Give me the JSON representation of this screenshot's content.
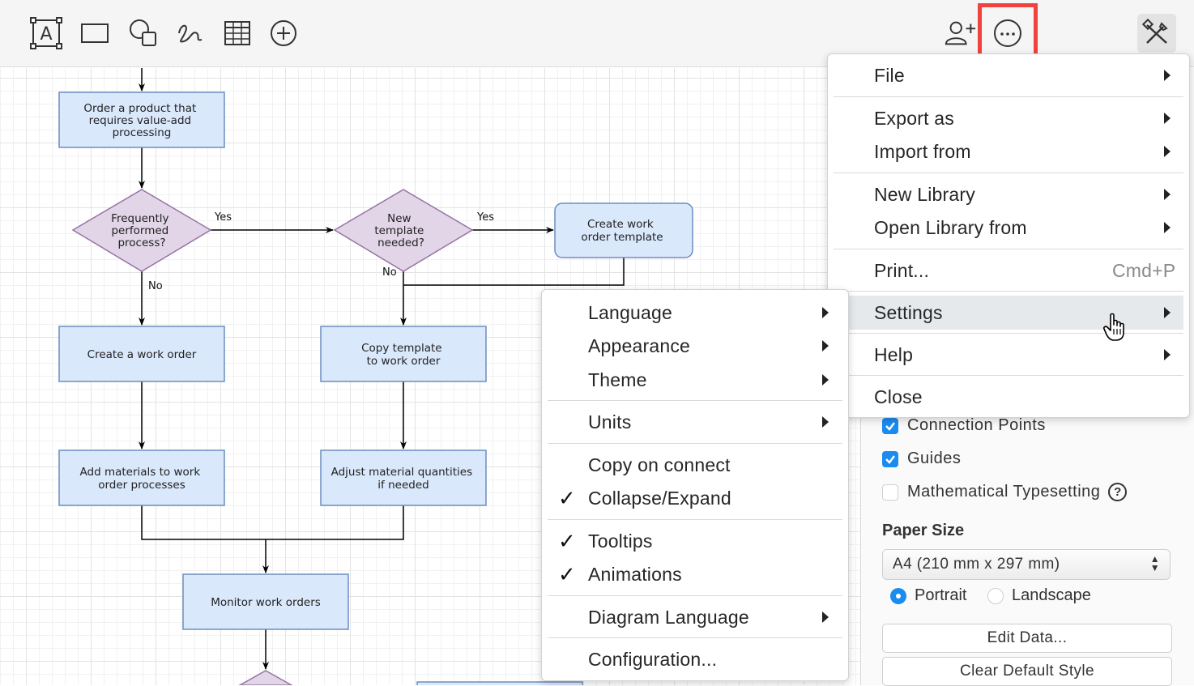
{
  "toolbar": {
    "tools": [
      {
        "name": "text-tool",
        "icon": "text-icon"
      },
      {
        "name": "rectangle-tool",
        "icon": "rectangle-icon"
      },
      {
        "name": "shapes-tool",
        "icon": "shapes-icon"
      },
      {
        "name": "freehand-tool",
        "icon": "freehand-icon"
      },
      {
        "name": "table-tool",
        "icon": "table-icon"
      },
      {
        "name": "insert-tool",
        "icon": "plus-circle-icon"
      }
    ],
    "share_icon": "add-user-icon",
    "more_icon": "more-icon",
    "format_icon": "format-panel-icon"
  },
  "diagram": {
    "nodes": {
      "order_product": [
        "Order a product that",
        "requires value-add",
        "processing"
      ],
      "frequently": [
        "Frequently",
        "performed",
        "process?"
      ],
      "new_template": [
        "New",
        "template",
        "needed?"
      ],
      "create_template": [
        "Create work",
        "order template"
      ],
      "create_work_order": [
        "Create a work order"
      ],
      "copy_template": [
        "Copy template",
        "to work order"
      ],
      "add_materials": [
        "Add materials to work",
        "order processes"
      ],
      "adjust_materials": [
        "Adjust material quantities",
        "if needed"
      ],
      "monitor": [
        "Monitor work orders"
      ]
    },
    "edge_labels": {
      "yes1": "Yes",
      "yes2": "Yes",
      "no1": "No",
      "no2": "No"
    },
    "colors": {
      "process_fill": "#dae8fc",
      "process_stroke": "#6c8ebf",
      "decision_fill": "#e1d5e7",
      "decision_stroke": "#9673a6"
    }
  },
  "main_menu": {
    "items": [
      {
        "label": "File",
        "submenu": true
      },
      {
        "label": "Export as",
        "submenu": true
      },
      {
        "label": "Import from",
        "submenu": true
      },
      {
        "label": "New Library",
        "submenu": true
      },
      {
        "label": "Open Library from",
        "submenu": true
      },
      {
        "label": "Print...",
        "shortcut": "Cmd+P"
      },
      {
        "label": "Settings",
        "submenu": true,
        "active": true
      },
      {
        "label": "Help",
        "submenu": true
      },
      {
        "label": "Close"
      }
    ]
  },
  "settings_menu": {
    "items": [
      {
        "label": "Language",
        "submenu": true
      },
      {
        "label": "Appearance",
        "submenu": true
      },
      {
        "label": "Theme",
        "submenu": true
      },
      {
        "label": "Units",
        "submenu": true
      },
      {
        "label": "Copy on connect",
        "checked": false
      },
      {
        "label": "Collapse/Expand",
        "checked": true
      },
      {
        "label": "Tooltips",
        "checked": true
      },
      {
        "label": "Animations",
        "checked": true
      },
      {
        "label": "Diagram Language",
        "submenu": true
      },
      {
        "label": "Configuration..."
      }
    ]
  },
  "format_panel": {
    "connection_points": {
      "label": "Connection Points",
      "checked": true
    },
    "guides": {
      "label": "Guides",
      "checked": true
    },
    "math_typesetting": {
      "label": "Mathematical Typesetting",
      "checked": false,
      "help": "?"
    },
    "paper_size": {
      "heading": "Paper Size",
      "selected": "A4 (210 mm x 297 mm)",
      "orientation": {
        "portrait": "Portrait",
        "landscape": "Landscape",
        "selected": "portrait"
      }
    },
    "edit_data": "Edit Data...",
    "clear_default_style": "Clear Default Style"
  },
  "checkmark": "✓"
}
